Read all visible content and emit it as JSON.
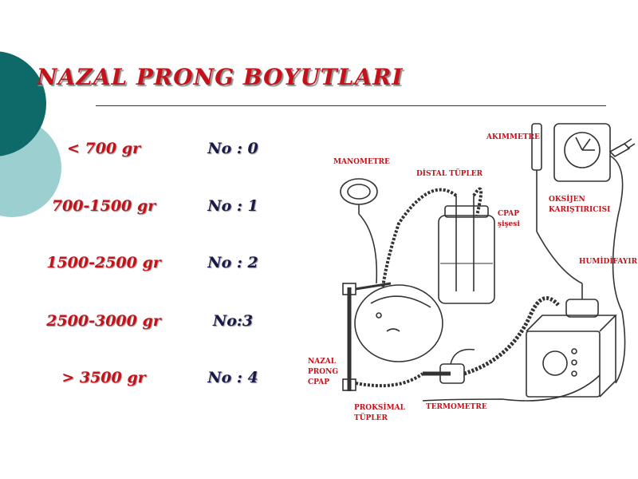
{
  "slide": {
    "title": "NAZAL PRONG BOYUTLARI",
    "rows": [
      {
        "weight": "< 700 gr",
        "size": "No : 0"
      },
      {
        "weight": "700-1500 gr",
        "size": "No : 1"
      },
      {
        "weight": "1500-2500 gr",
        "size": "No : 2"
      },
      {
        "weight": "2500-3000 gr",
        "size": "No:3"
      },
      {
        "weight": "> 3500 gr",
        "size": "No : 4"
      }
    ]
  },
  "diagram": {
    "labels": {
      "akimmetre": "AKIMMETRE",
      "manometre": "MANOMETRE",
      "distal": "DİSTAL TÜPLER",
      "cpap": "CPAP",
      "sisesi": "şişesi",
      "oksijen": "OKSİJEN",
      "karistirici": "KARIŞTIRICISI",
      "humidifayir": "HUMİDİFAYIR",
      "nazal": "NAZAL",
      "prong": "PRONG",
      "cpap2": "CPAP",
      "proksimal": "PROKSİMAL",
      "tupler": "TÜPLER",
      "termometre": "TERMOMETRE"
    }
  },
  "colors": {
    "title": "#c4121a",
    "weights": "#c4121a",
    "sizes": "#1a1a4a",
    "teal": "#0e6a68",
    "light_teal": "#9ccfcf"
  }
}
